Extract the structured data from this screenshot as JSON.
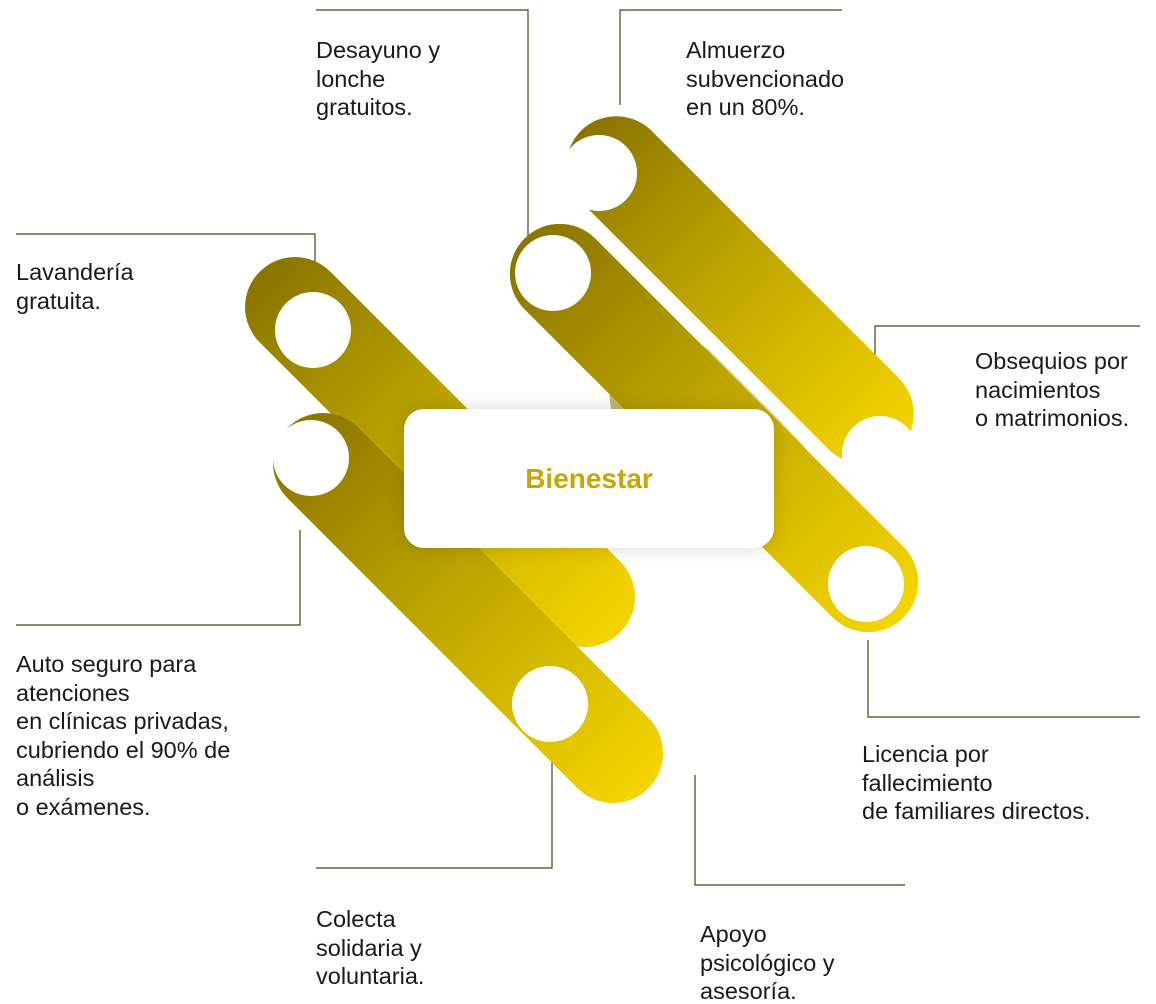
{
  "title": "Bienestar",
  "colors": {
    "gold_light": "#f5d500",
    "gold_dark": "#8a7400",
    "title": "#c5a800",
    "connector": "#3c4a1a",
    "text": "#1a1a1a"
  },
  "benefits": {
    "desayuno": "Desayuno y\nlonche\ngratuitos.",
    "almuerzo": "Almuerzo\nsubvencionado\nen un 80%.",
    "lavanderia": "Lavandería\ngratuita.",
    "obsequios": "Obsequios por\nnacimientos\no matrimonios.",
    "auto_seguro": "Auto seguro para\natenciones\nen clínicas privadas,\ncubriendo el 90% de\nanálisis\no exámenes.",
    "licencia": "Licencia por\nfallecimiento\nde familiares directos.",
    "colecta": "Colecta\nsolidaria y\nvoluntaria.",
    "apoyo": "Apoyo\npsicológico y\nasesoría."
  }
}
